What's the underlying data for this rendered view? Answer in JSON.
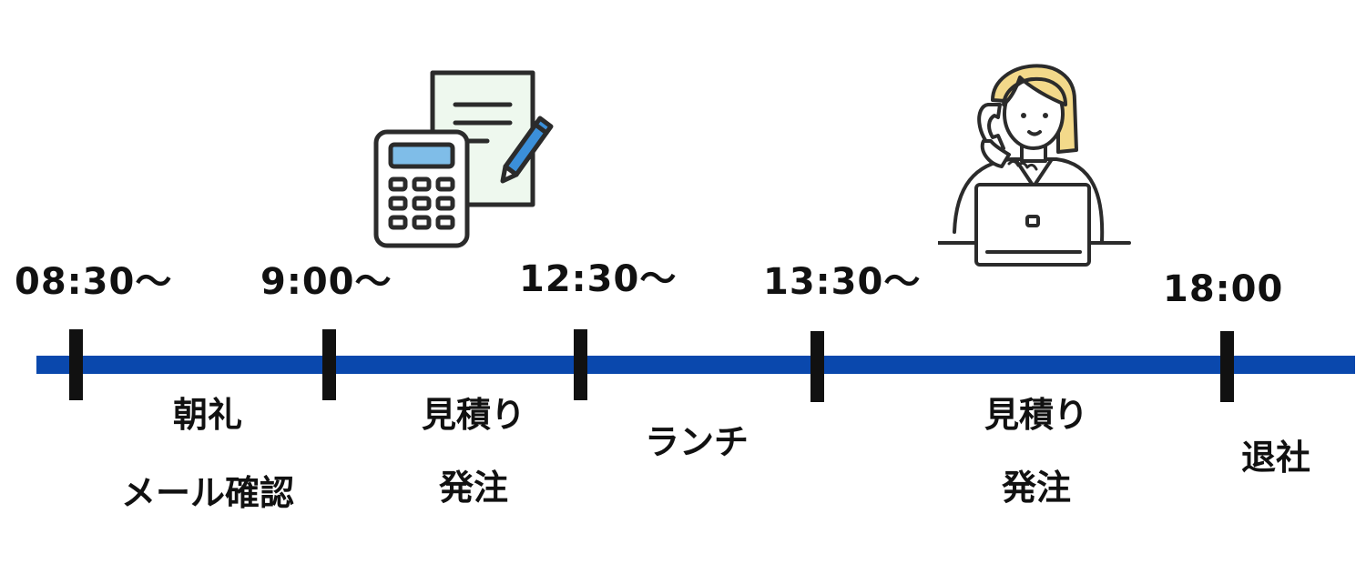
{
  "timeline": {
    "times": [
      "08:30〜",
      "9:00〜",
      "12:30〜",
      "13:30〜",
      "18:00"
    ],
    "activities": [
      {
        "line1": "朝礼",
        "line2": "メール確認"
      },
      {
        "line1": "見積り",
        "line2": "発注"
      },
      {
        "line1": "ランチ",
        "line2": ""
      },
      {
        "line1": "見積り",
        "line2": "発注"
      },
      {
        "line1": "退社",
        "line2": ""
      }
    ]
  },
  "colors": {
    "timeline_bar": "#0a48ad",
    "tick": "#111111",
    "calculator_screen": "#7fbde8",
    "document_paper": "#eef8ee",
    "pen": "#3b8fd9",
    "hair": "#f3d98a"
  },
  "illustrations": [
    "calculator-document-pen-icon",
    "woman-on-phone-laptop-icon"
  ]
}
